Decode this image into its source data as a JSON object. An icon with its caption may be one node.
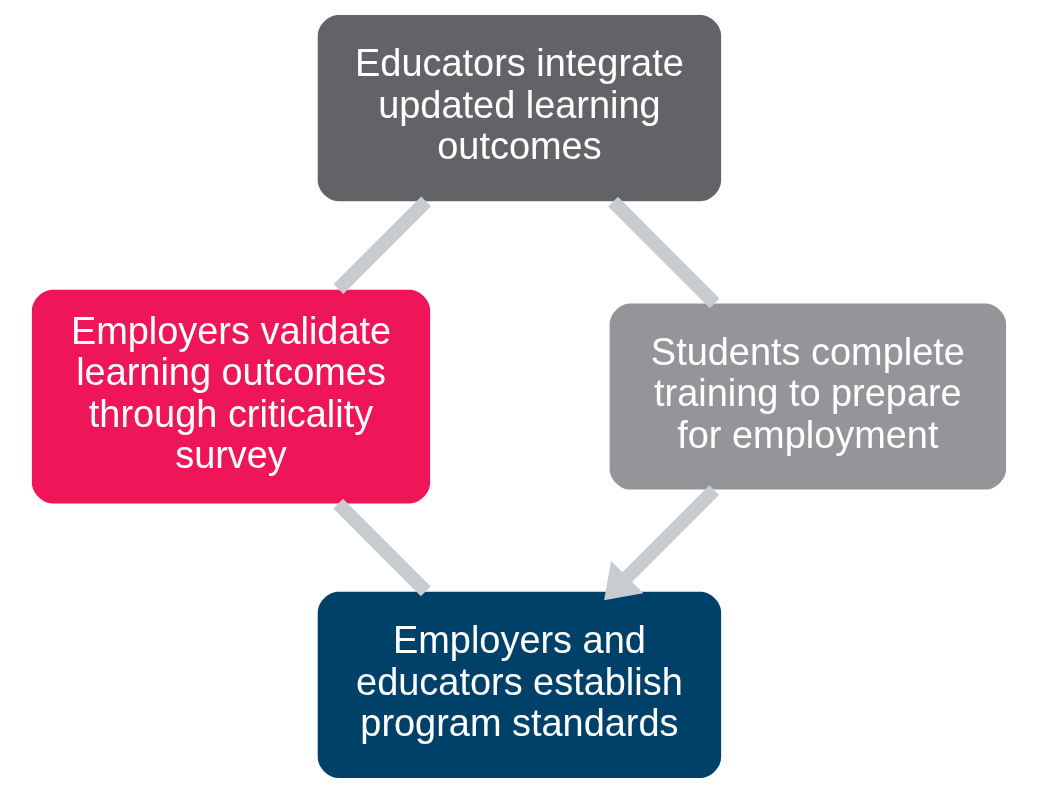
{
  "diagram": {
    "nodes": [
      {
        "text": [
          "Employers and educators establish program standards"
        ]
      },
      {
        "text": [
          "Employers validate learning outcomes through criticality survey"
        ]
      },
      {
        "text": [
          "Educators integrate updated learning outcomes"
        ]
      },
      {
        "text": [
          "Students complete training to prepare for employment"
        ]
      }
    ],
    "edges": [
      {
        "from": 0,
        "to": 1,
        "arrow": "none"
      },
      {
        "from": 1,
        "to": 2,
        "arrow": "none"
      },
      {
        "from": 2,
        "to": 3,
        "arrow": "none"
      },
      {
        "from": 3,
        "to": 0,
        "arrow": "to"
      }
    ]
  }
}
